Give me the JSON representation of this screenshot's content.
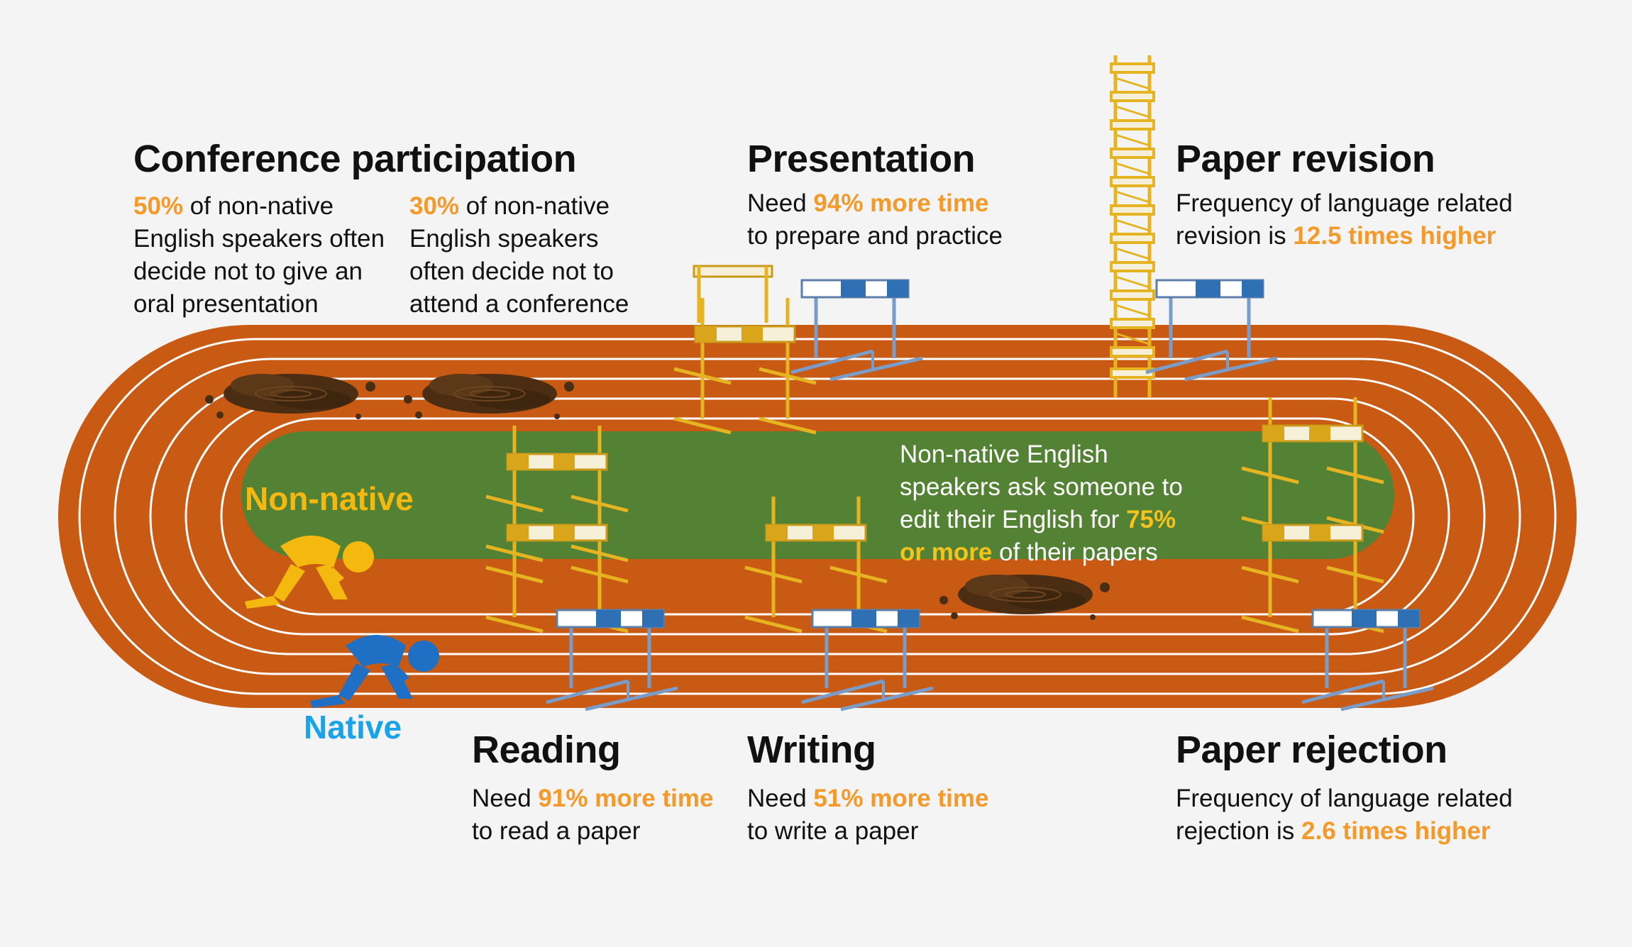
{
  "sections": {
    "conference": {
      "heading": "Conference participation",
      "col1": {
        "highlight": "50%",
        "rest": " of non-native",
        "lines": [
          "English speakers often",
          "decide not to give an",
          "oral presentation"
        ]
      },
      "col2": {
        "highlight": "30%",
        "rest": " of non-native",
        "lines": [
          "English speakers",
          "often decide not to",
          "attend a conference"
        ]
      }
    },
    "presentation": {
      "heading": "Presentation",
      "pre": "Need ",
      "highlight": "94% more time",
      "line2": "to prepare and practice"
    },
    "revision": {
      "heading": "Paper revision",
      "line1": "Frequency of language related",
      "pre": "revision is ",
      "highlight": "12.5 times higher"
    },
    "reading": {
      "heading": "Reading",
      "pre": "Need ",
      "highlight": "91% more time",
      "line2": "to read a paper"
    },
    "writing": {
      "heading": "Writing",
      "pre": "Need ",
      "highlight": "51% more time",
      "line2": "to write a paper"
    },
    "rejection": {
      "heading": "Paper rejection",
      "line1": "Frequency of language related",
      "pre": "rejection is ",
      "highlight": "2.6 times higher"
    },
    "editing": {
      "line1": "Non-native English",
      "line2": "speakers ask someone to",
      "line3_pre": "edit their English for ",
      "line3_hl": "75%",
      "line4_hl": "or more",
      "line4_post": " of their papers"
    }
  },
  "labels": {
    "non_native": "Non-native",
    "native": "Native"
  },
  "colors": {
    "track": "#c85a14",
    "field": "#548235",
    "highlight": "#f39a2b",
    "highlight_inner": "#f6c21c",
    "non_native": "#f5b80f",
    "native": "#1f6fc4",
    "native_label": "#1aa3e8",
    "mud": "#4a2d12",
    "yellow_hurdle": "#e6b420",
    "blue_hurdle": "#7a9cc9"
  },
  "icons": [
    "runner-icon",
    "hurdle-icon",
    "mud-puddle-icon",
    "tall-hurdle-tower-icon"
  ]
}
